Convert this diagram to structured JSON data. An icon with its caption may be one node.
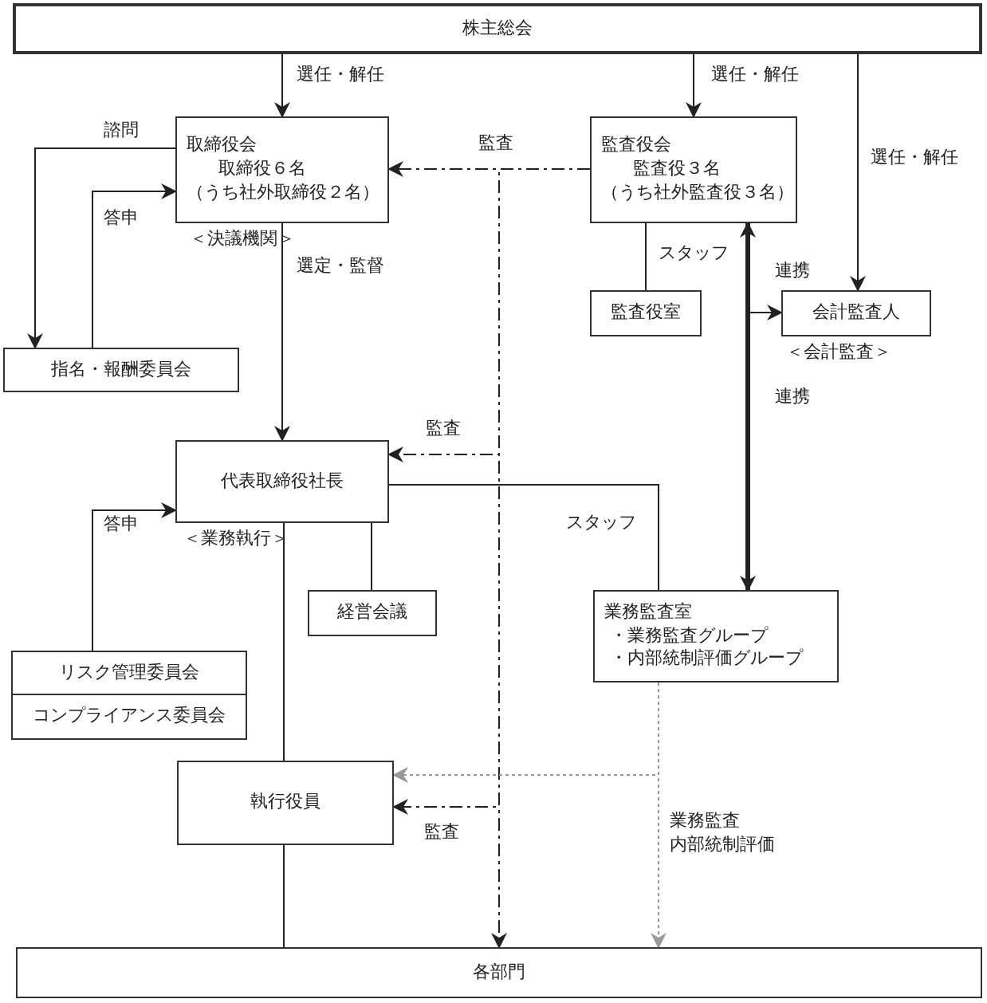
{
  "diagram": {
    "nodes": [
      {
        "text": [
          "株主総会"
        ]
      },
      {
        "text": [
          "取締役会",
          "取締役６名",
          "（うち社外取締役２名）"
        ],
        "beside": [
          "＜決議機関＞"
        ]
      },
      {
        "text": [
          "指名・報酬委員会"
        ]
      },
      {
        "text": [
          "監査役会",
          "監査役３名",
          "（うち社外監査役３名）"
        ]
      },
      {
        "text": [
          "監査役室"
        ]
      },
      {
        "text": [
          "会計監査人"
        ],
        "beside": [
          "＜会計監査＞"
        ]
      },
      {
        "text": [
          "代表取締役社長"
        ],
        "beside": [
          "＜業務執行＞"
        ]
      },
      {
        "text": [
          "経営会議"
        ]
      },
      {
        "text": [
          "リスク管理委員会"
        ]
      },
      {
        "text": [
          "コンプライアンス委員会"
        ]
      },
      {
        "text": [
          "業務監査室",
          "・業務監査グループ",
          "・内部統制評価グループ"
        ]
      },
      {
        "text": [
          "執行役員"
        ]
      },
      {
        "text": [
          "各部門"
        ]
      }
    ],
    "edges": [
      {
        "from": 0,
        "to": 1,
        "arrow": "to",
        "label": "選任・解任"
      },
      {
        "from": 0,
        "to": 3,
        "arrow": "to",
        "label": "選任・解任"
      },
      {
        "from": 0,
        "to": 5,
        "arrow": "to",
        "label": "選任・解任"
      },
      {
        "from": 1,
        "to": 2,
        "arrow": "to",
        "label": "諮問"
      },
      {
        "from": 2,
        "to": 1,
        "arrow": "to",
        "label": "答申"
      },
      {
        "from": 1,
        "to": 6,
        "arrow": "to",
        "label": "選定・監督"
      },
      {
        "from": 3,
        "to": 1,
        "arrow": "to",
        "label": "監査",
        "style": "dashed"
      },
      {
        "from": 3,
        "to": 6,
        "arrow": "to",
        "label": "監査",
        "style": "dashed"
      },
      {
        "from": 3,
        "to": 11,
        "arrow": "to",
        "label": "監査",
        "style": "dashed"
      },
      {
        "from": 3,
        "to": 12,
        "arrow": "to",
        "style": "dashed"
      },
      {
        "from": 3,
        "to": 4,
        "arrow": "none",
        "label": "スタッフ"
      },
      {
        "from": 3,
        "to": 10,
        "arrow": "both",
        "label": "連携",
        "style": "thick"
      },
      {
        "from": 3,
        "to": 5,
        "arrow": "to",
        "label": "連携"
      },
      {
        "from": 6,
        "to": 7,
        "arrow": "none"
      },
      {
        "from": 6,
        "to": 10,
        "arrow": "none",
        "label": "スタッフ"
      },
      {
        "from": 8,
        "to": 6,
        "arrow": "to",
        "label": "答申"
      },
      {
        "from": 6,
        "to": 11,
        "arrow": "none"
      },
      {
        "from": 11,
        "to": 12,
        "arrow": "none"
      },
      {
        "from": 10,
        "to": 11,
        "arrow": "to",
        "style": "dashed",
        "color": "#999999"
      },
      {
        "from": 10,
        "to": 12,
        "arrow": "to",
        "label": "業務監査内部統制評価",
        "style": "dashed",
        "color": "#999999"
      }
    ]
  }
}
